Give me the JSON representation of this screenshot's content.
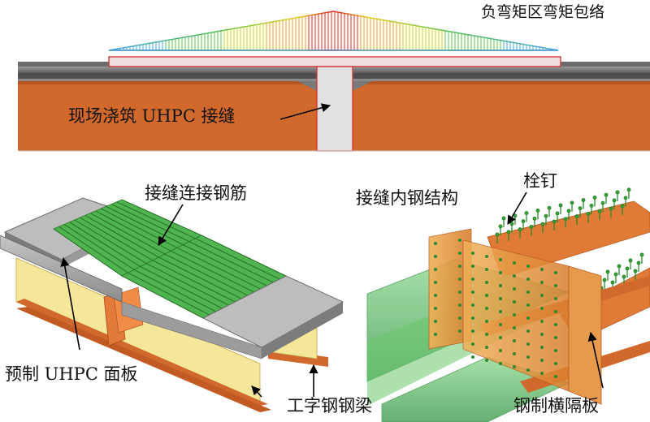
{
  "labels": {
    "moment_envelope": "负弯矩区弯矩包络",
    "uhpc_joint": "现场浇筑 UHPC 接缝",
    "rebar": "接缝连接钢筋",
    "joint_steel": "接缝内钢结构",
    "stud": "栓钉",
    "precast_panel": "预制 UHPC 面板",
    "i_beam": "工字钢钢梁",
    "diaphragm": "钢制横隔板"
  },
  "colors": {
    "steel_orange": "#d2692c",
    "uhpc_gray": "#b9b9b9",
    "rebar_green": "#3aa83a",
    "beam_yellow": "#f4e79a",
    "joint_fill": "#e2e2e2"
  }
}
